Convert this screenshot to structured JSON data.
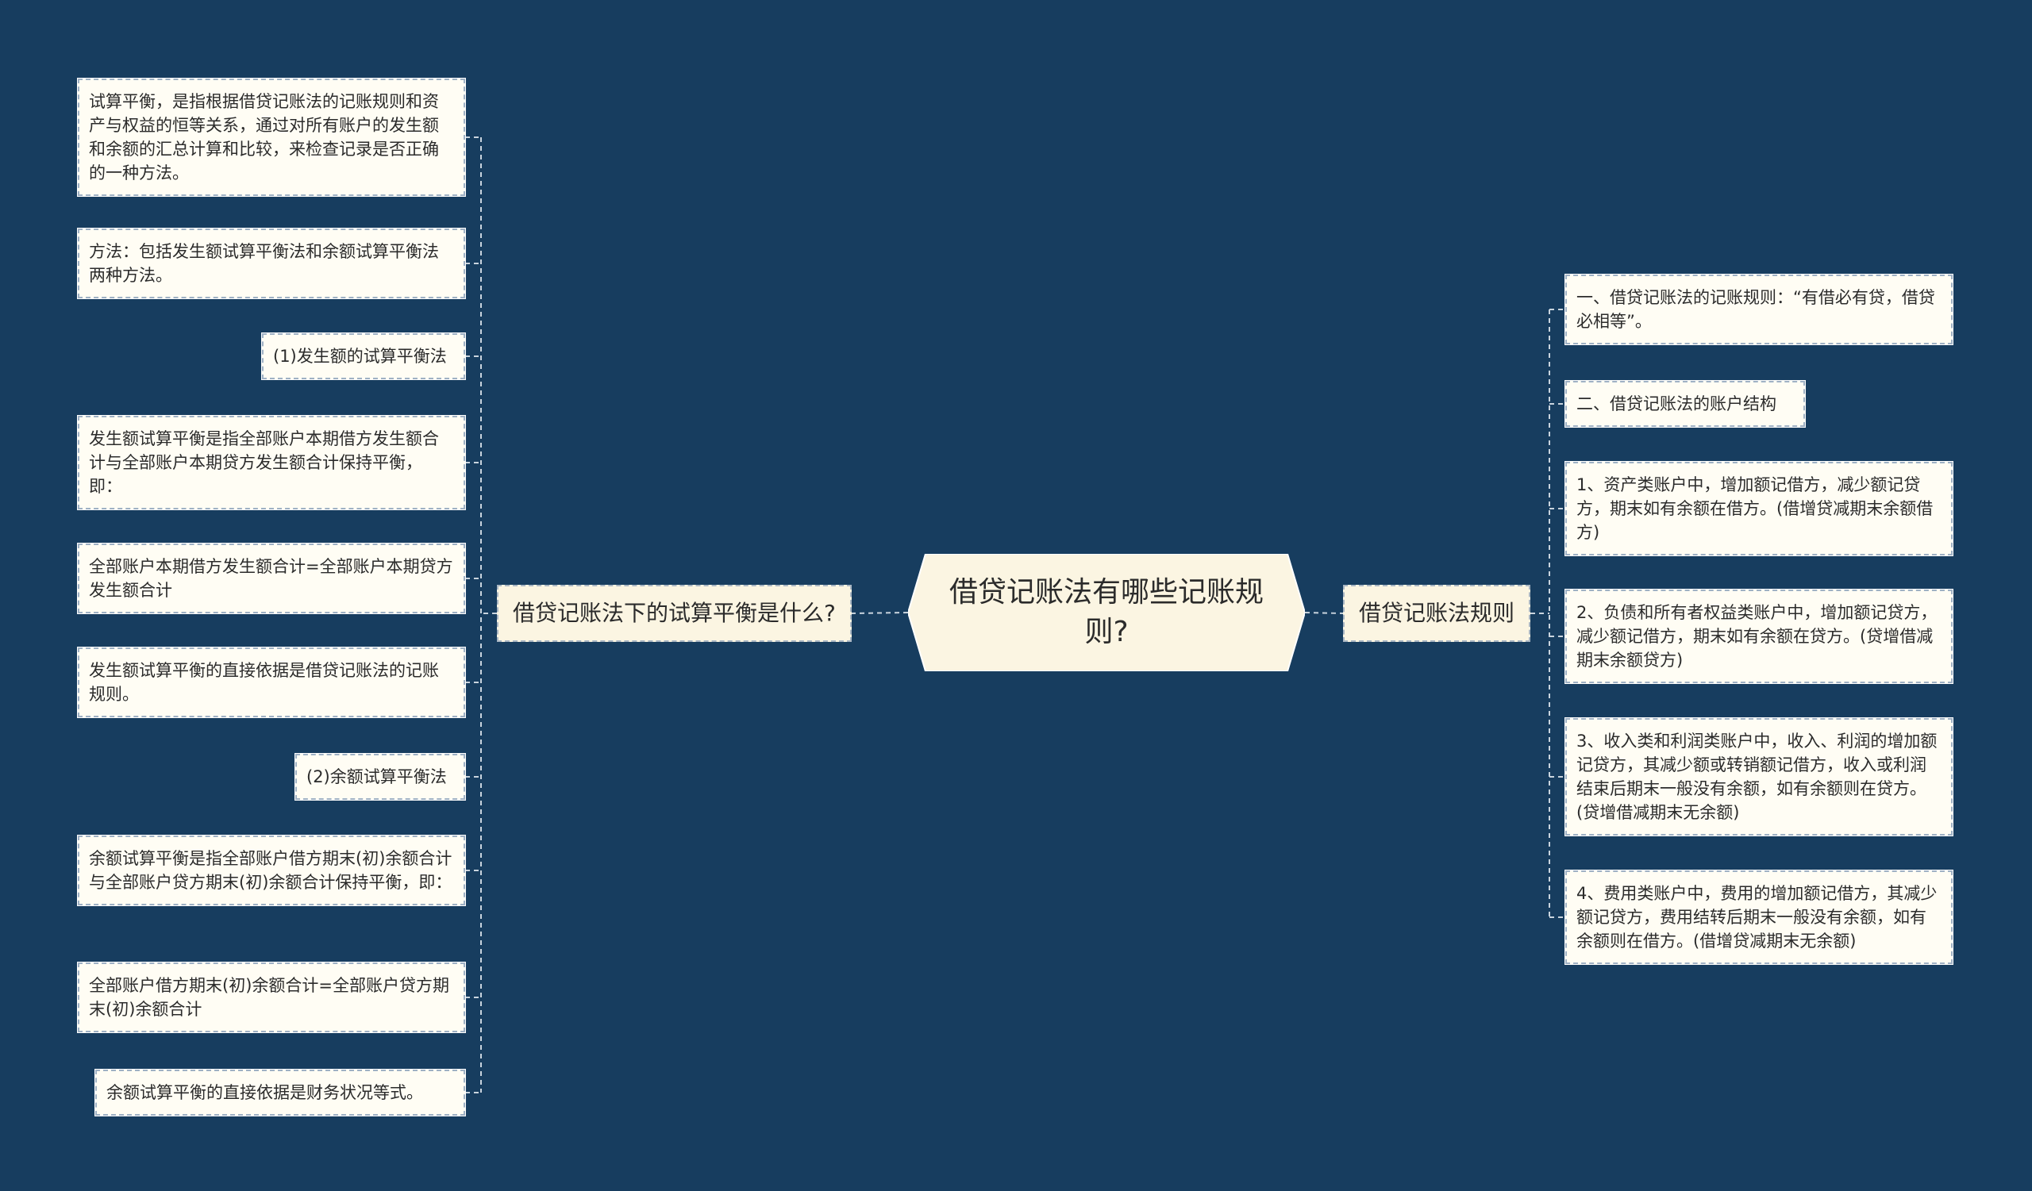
{
  "root": {
    "text": "借贷记账法有哪些记账规则?"
  },
  "left_branch": {
    "label": "借贷记账法下的试算平衡是什么?",
    "items": [
      "试算平衡，是指根据借贷记账法的记账规则和资产与权益的恒等关系，通过对所有账户的发生额和余额的汇总计算和比较，来检查记录是否正确的一种方法。",
      "方法：包括发生额试算平衡法和余额试算平衡法两种方法。",
      "(1)发生额的试算平衡法",
      "发生额试算平衡是指全部账户本期借方发生额合计与全部账户本期贷方发生额合计保持平衡，即：",
      "全部账户本期借方发生额合计=全部账户本期贷方发生额合计",
      "发生额试算平衡的直接依据是借贷记账法的记账规则。",
      "(2)余额试算平衡法",
      "余额试算平衡是指全部账户借方期末(初)余额合计与全部账户贷方期末(初)余额合计保持平衡，即：",
      "全部账户借方期末(初)余额合计=全部账户贷方期末(初)余额合计",
      "余额试算平衡的直接依据是财务状况等式。"
    ]
  },
  "right_branch": {
    "label": "借贷记账法规则",
    "items": [
      "一、借贷记账法的记账规则：“有借必有贷，借贷必相等”。",
      "二、借贷记账法的账户结构",
      "1、资产类账户中，增加额记借方，减少额记贷方，期末如有余额在借方。(借增贷减期末余额借方)",
      "2、负债和所有者权益类账户中，增加额记贷方，减少额记借方，期末如有余额在贷方。(贷增借减期末余额贷方)",
      "3、收入类和利润类账户中，收入、利润的增加额记贷方，其减少额或转销额记借方，收入或利润结束后期末一般没有余额，如有余额则在贷方。(贷增借减期末无余额)",
      "4、费用类账户中，费用的增加额记借方，其减少额记贷方，费用结转后期末一般没有余额，如有余额则在借方。(借增贷减期末无余额)"
    ]
  },
  "colors": {
    "background": "#173d5f",
    "node_fill": "#fffdf4",
    "root_fill": "#fbf5e2",
    "connector": "#c9d4de"
  }
}
